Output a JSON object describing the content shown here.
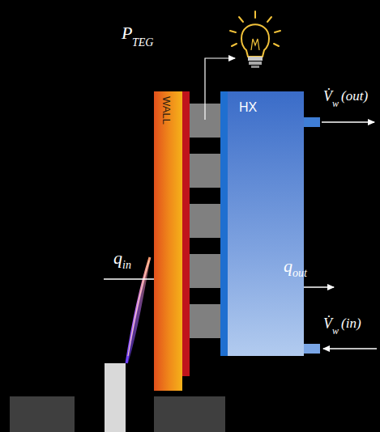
{
  "diagram": {
    "nodes": [
      {
        "text": [
          "WALL"
        ]
      },
      {
        "text": [
          "HX"
        ]
      }
    ],
    "labels": [
      "P",
      "TEG",
      "q",
      "in",
      "q",
      "out",
      "V̇",
      "w",
      "(out)",
      "V̇",
      "w",
      "(in)"
    ]
  }
}
